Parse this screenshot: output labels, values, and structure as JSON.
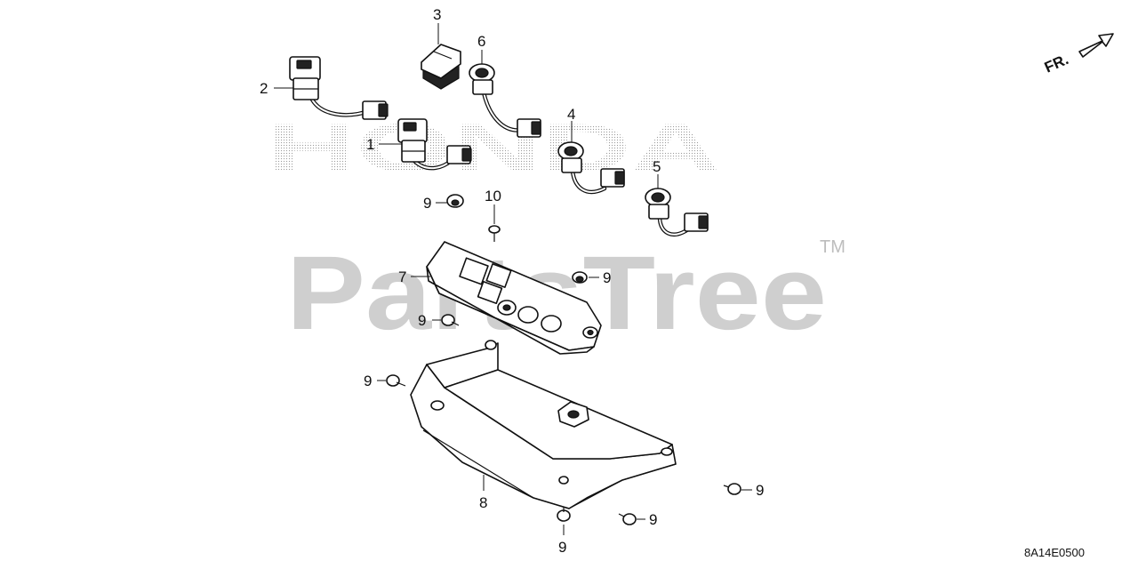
{
  "watermarks": {
    "brand": "HONDA",
    "site": "PartsTree",
    "trademark": "TM"
  },
  "orientation": {
    "label": "FR."
  },
  "diagram_code": "8A14E0500",
  "callouts": {
    "c1": "1",
    "c2": "2",
    "c3": "3",
    "c4": "4",
    "c5": "5",
    "c6": "6",
    "c7": "7",
    "c8": "8",
    "c9a": "9",
    "c9b": "9",
    "c9c": "9",
    "c9d": "9",
    "c9e": "9",
    "c9f": "9",
    "c9g": "9",
    "c10": "10"
  }
}
